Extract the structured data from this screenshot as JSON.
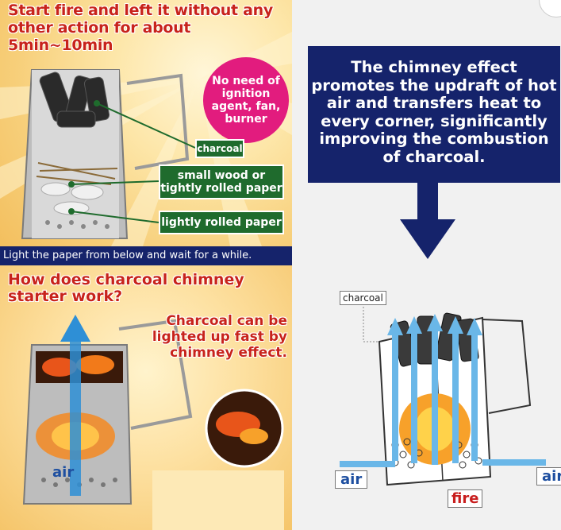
{
  "left_top": {
    "title": "Start fire and left it without any other action for about 5min~10min",
    "badge": "No need of ignition agent, fan, burner",
    "labels": {
      "charcoal": "charcoal",
      "small_wood": "small wood or tightly rolled paper",
      "light_paper": "lightly rolled paper"
    },
    "instruction": "Light the paper from below and wait for a while."
  },
  "left_bottom": {
    "title": "How does charcoal chimney starter work?",
    "caption": "Charcoal can be lighted up fast by chimney effect.",
    "air_label": "air"
  },
  "right": {
    "description": "The chimney effect promotes the updraft of hot air and transfers heat to every corner, significantly improving the combustion of charcoal.",
    "diagram_labels": {
      "charcoal": "charcoal",
      "air_left": "air",
      "air_right": "air",
      "fire": "fire"
    }
  },
  "colors": {
    "title_red": "#c8231b",
    "navy": "#15236b",
    "badge_pink": "#e21c7e",
    "label_green": "#1f6b2d",
    "air_blue": "#1e4fa0",
    "fire_red": "#c81e1e"
  }
}
